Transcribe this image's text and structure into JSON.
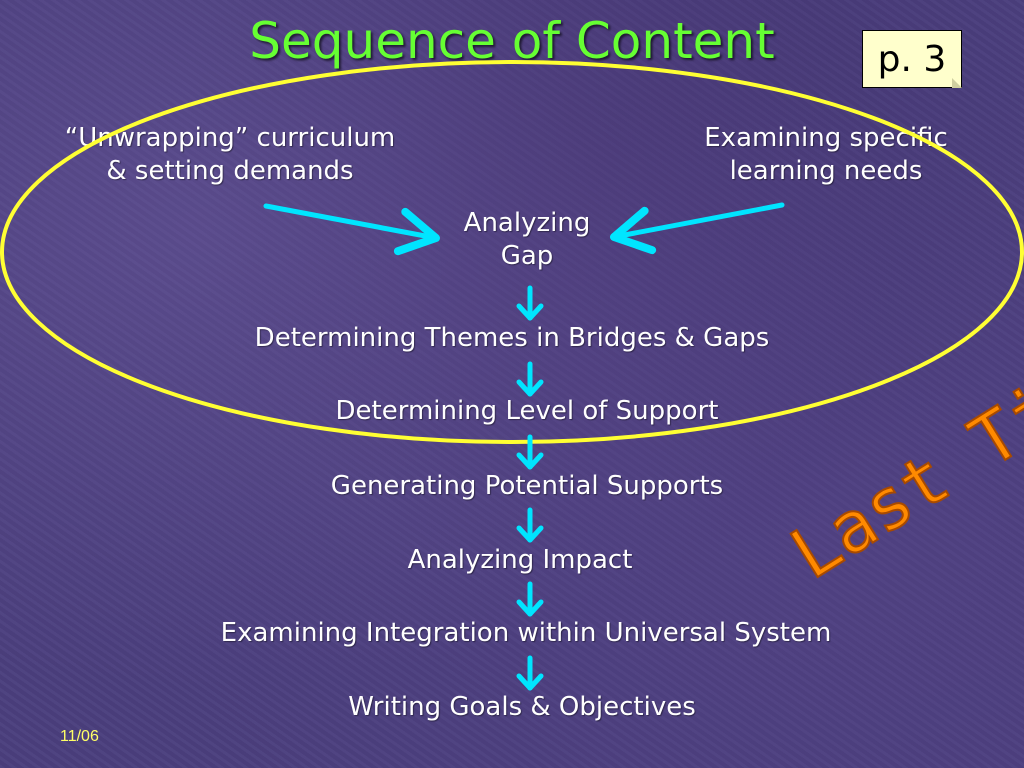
{
  "title": "Sequence of Content",
  "page_ref": "p. 3",
  "inputs": {
    "left": [
      "“Unwrapping” curriculum",
      "& setting demands"
    ],
    "right": [
      "Examining specific",
      "learning needs"
    ]
  },
  "steps": [
    [
      "Analyzing",
      "Gap"
    ],
    "Determining Themes in Bridges & Gaps",
    "Determining Level of Support",
    "Generating Potential Supports",
    "Analyzing Impact",
    "Examining Integration within Universal System",
    "Writing Goals & Objectives"
  ],
  "annotation": "Last Time",
  "footer_date": "11/06",
  "colors": {
    "title": "#66ff33",
    "arrow": "#00e5ff",
    "ellipse": "#ffff33",
    "annotation": "#ff8a00",
    "background": "#4b3f7e"
  }
}
